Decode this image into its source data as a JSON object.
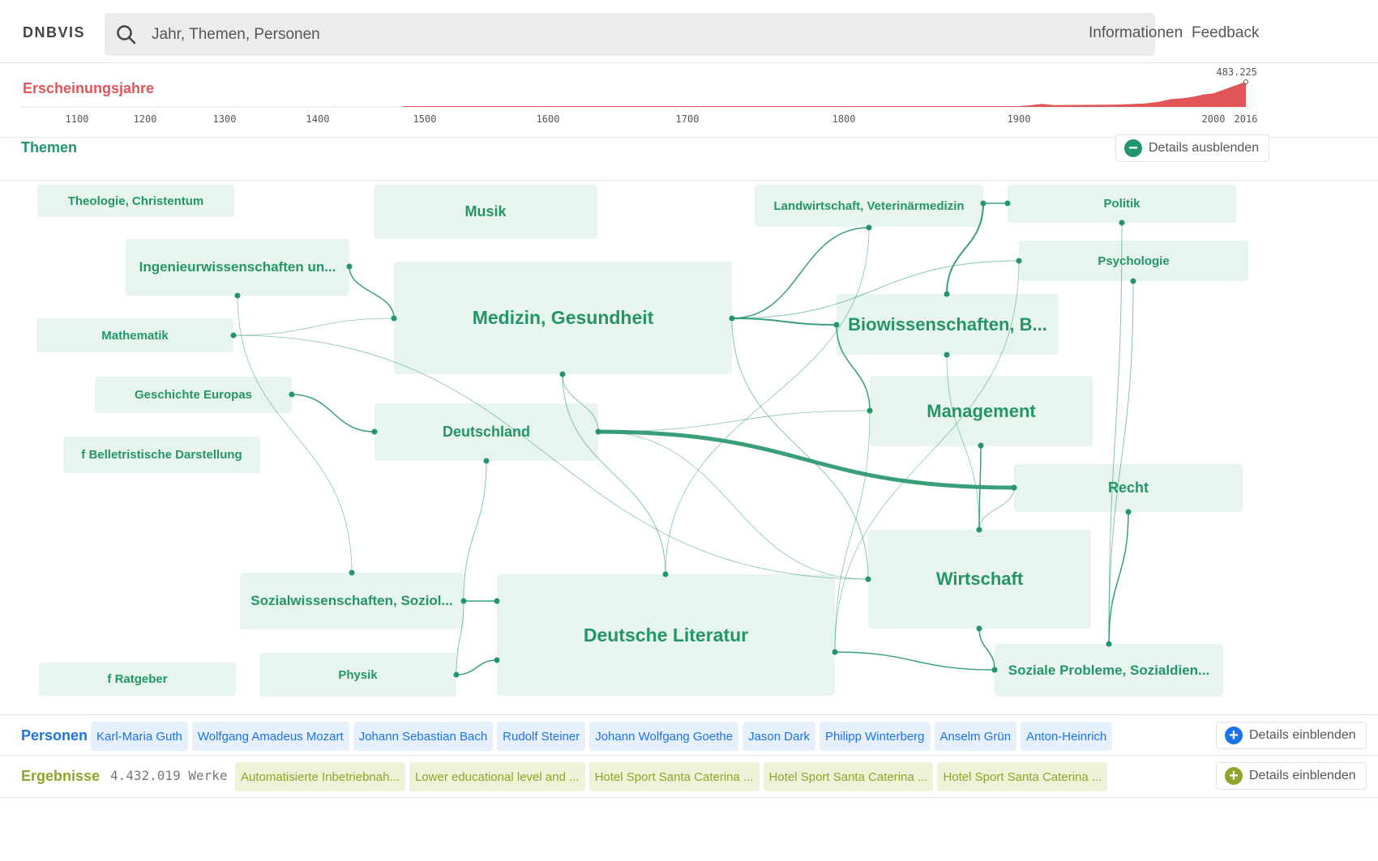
{
  "header": {
    "logo": "DNBVIS",
    "search_placeholder": "Jahr, Themen, Personen",
    "nav": [
      "Informationen",
      "Feedback"
    ]
  },
  "timeline": {
    "title": "Erscheinungsjahre",
    "max_label": "483.225",
    "ticks": [
      "1100",
      "1200",
      "1300",
      "1400",
      "1500",
      "1600",
      "1700",
      "1800",
      "1900",
      "2000",
      "2016"
    ],
    "series": [
      [
        1480,
        2000
      ],
      [
        1600,
        3000
      ],
      [
        1700,
        4000
      ],
      [
        1800,
        5000
      ],
      [
        1900,
        8000
      ],
      [
        1905,
        30000
      ],
      [
        1912,
        60000
      ],
      [
        1918,
        35000
      ],
      [
        1950,
        45000
      ],
      [
        1965,
        65000
      ],
      [
        1972,
        100000
      ],
      [
        1978,
        150000
      ],
      [
        1985,
        170000
      ],
      [
        1990,
        200000
      ],
      [
        1995,
        240000
      ],
      [
        2000,
        260000
      ],
      [
        2005,
        330000
      ],
      [
        2010,
        400000
      ],
      [
        2015,
        470000
      ],
      [
        2016,
        483225
      ]
    ],
    "color": "#e05558"
  },
  "themen": {
    "title": "Themen",
    "toggle_label": "Details ausblenden",
    "nodes": [
      {
        "id": "theologie",
        "label": "Theologie, Christentum"
      },
      {
        "id": "musik",
        "label": "Musik"
      },
      {
        "id": "landwirtschaft",
        "label": "Landwirtschaft, Veterinärmedizin"
      },
      {
        "id": "politik",
        "label": "Politik"
      },
      {
        "id": "ingenieur",
        "label": "Ingenieurwissenschaften un..."
      },
      {
        "id": "medizin",
        "label": "Medizin, Gesundheit"
      },
      {
        "id": "psychologie",
        "label": "Psychologie"
      },
      {
        "id": "biowiss",
        "label": "Biowissenschaften, B..."
      },
      {
        "id": "mathematik",
        "label": "Mathematik"
      },
      {
        "id": "geschichte",
        "label": "Geschichte Europas"
      },
      {
        "id": "management",
        "label": "Management"
      },
      {
        "id": "deutschland",
        "label": "Deutschland"
      },
      {
        "id": "belletristik",
        "label": "f Belletristische Darstellung"
      },
      {
        "id": "recht",
        "label": "Recht"
      },
      {
        "id": "wirtschaft",
        "label": "Wirtschaft"
      },
      {
        "id": "sozialwiss",
        "label": "Sozialwissenschaften, Soziol..."
      },
      {
        "id": "deutsche-literatur",
        "label": "Deutsche Literatur"
      },
      {
        "id": "physik",
        "label": "Physik"
      },
      {
        "id": "ratgeber",
        "label": "f Ratgeber"
      },
      {
        "id": "soziale-probleme",
        "label": "Soziale Probleme, Sozialdien..."
      }
    ],
    "edges": [
      {
        "from": "deutschland",
        "to": "recht",
        "weight": 5
      },
      {
        "from": "medizin",
        "to": "biowiss",
        "weight": 2
      },
      {
        "from": "medizin",
        "to": "landwirtschaft",
        "weight": 1.5
      },
      {
        "from": "landwirtschaft",
        "to": "biowiss",
        "weight": 2
      },
      {
        "from": "landwirtschaft",
        "to": "politik",
        "weight": 1.5
      },
      {
        "from": "ingenieur",
        "to": "medizin",
        "weight": 1.5
      },
      {
        "from": "geschichte",
        "to": "deutschland",
        "weight": 1.5
      },
      {
        "from": "deutschland",
        "to": "sozialwiss",
        "weight": 1
      },
      {
        "from": "medizin",
        "to": "deutschland",
        "weight": 1
      },
      {
        "from": "medizin",
        "to": "deutsche-literatur",
        "weight": 1
      },
      {
        "from": "medizin",
        "to": "wirtschaft",
        "weight": 1
      },
      {
        "from": "sozialwiss",
        "to": "physik",
        "weight": 1
      },
      {
        "from": "sozialwiss",
        "to": "deutsche-literatur",
        "weight": 1.5
      },
      {
        "from": "physik",
        "to": "deutsche-literatur",
        "weight": 1.5
      },
      {
        "from": "management",
        "to": "wirtschaft",
        "weight": 1.5
      },
      {
        "from": "recht",
        "to": "soziale-probleme",
        "weight": 1.5
      },
      {
        "from": "wirtschaft",
        "to": "soziale-probleme",
        "weight": 1.5
      },
      {
        "from": "deutsche-literatur",
        "to": "soziale-probleme",
        "weight": 1.5
      },
      {
        "from": "politik",
        "to": "soziale-probleme",
        "weight": 1
      },
      {
        "from": "psychologie",
        "to": "soziale-probleme",
        "weight": 1
      },
      {
        "from": "medizin",
        "to": "psychologie",
        "weight": 1
      },
      {
        "from": "mathematik",
        "to": "medizin",
        "weight": 0.8
      },
      {
        "from": "ingenieur",
        "to": "sozialwiss",
        "weight": 0.8
      },
      {
        "from": "mathematik",
        "to": "wirtschaft",
        "weight": 0.8
      },
      {
        "from": "deutschland",
        "to": "management",
        "weight": 0.8
      },
      {
        "from": "wirtschaft",
        "to": "recht",
        "weight": 1
      },
      {
        "from": "deutschland",
        "to": "wirtschaft",
        "weight": 0.8
      },
      {
        "from": "biowiss",
        "to": "wirtschaft",
        "weight": 0.8
      },
      {
        "from": "landwirtschaft",
        "to": "deutsche-literatur",
        "weight": 0.8
      },
      {
        "from": "psychologie",
        "to": "deutsche-literatur",
        "weight": 0.8
      },
      {
        "from": "management",
        "to": "deutsche-literatur",
        "weight": 0.8
      },
      {
        "from": "biowiss",
        "to": "management",
        "weight": 1.5
      }
    ]
  },
  "personen": {
    "title": "Personen",
    "toggle_label": "Details einblenden",
    "items": [
      "Karl-Maria Guth",
      "Wolfgang Amadeus Mozart",
      "Johann Sebastian Bach",
      "Rudolf Steiner",
      "Johann Wolfgang Goethe",
      "Jason Dark",
      "Philipp Winterberg",
      "Anselm Grün",
      "Anton-Heinrich"
    ]
  },
  "ergebnisse": {
    "title": "Ergebnisse",
    "count": "4.432.019 Werke",
    "toggle_label": "Details einblenden",
    "items": [
      "Automatisierte Inbetriebnah...",
      "Lower educational level and ...",
      "Hotel Sport Santa Caterina ...",
      "Hotel Sport Santa Caterina ...",
      "Hotel Sport Santa Caterina ..."
    ]
  },
  "colors": {
    "accent_green": "#23956a",
    "node_bg": "#e8f5ee",
    "timeline_red": "#e05558",
    "person_blue": "#1a73e8",
    "result_olive": "#8fa52a"
  }
}
